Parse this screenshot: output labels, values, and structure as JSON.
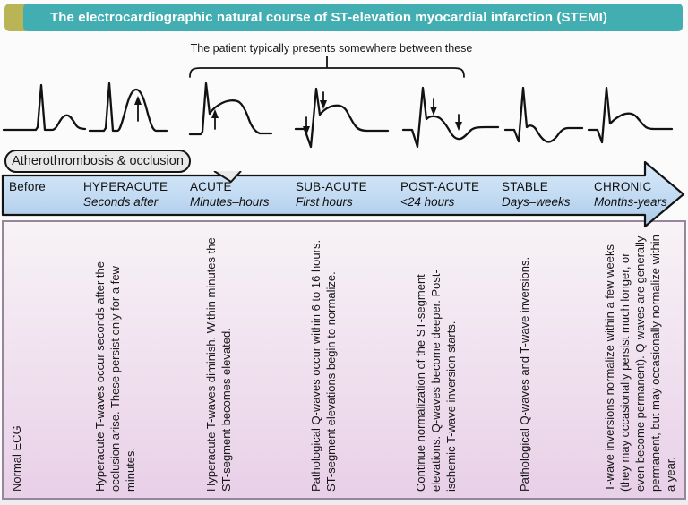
{
  "colors": {
    "header_teal": "#43aeb2",
    "header_accent_olive": "#b9b455",
    "timeline_blue_top": "#d9eafa",
    "timeline_blue_bottom": "#a8c8ea",
    "panel_pink_top": "#f7f3f6",
    "panel_pink_bottom": "#e8d0e8",
    "panel_border": "#97869b",
    "ink": "#1a1a1a"
  },
  "header": {
    "title": "The electrocardiographic natural course of ST-elevation myocardial infarction (STEMI)"
  },
  "annotation": "The patient typically presents somewhere between these",
  "occlusion_label": "Atherothrombosis & occlusion",
  "timeline_stages": [
    {
      "name": "Before",
      "sub": ""
    },
    {
      "name": "HYPERACUTE",
      "sub": "Seconds after"
    },
    {
      "name": "ACUTE",
      "sub": "Minutes–hours"
    },
    {
      "name": "SUB-ACUTE",
      "sub": "First hours"
    },
    {
      "name": "POST-ACUTE",
      "sub": "<24 hours"
    },
    {
      "name": "STABLE",
      "sub": "Days–weeks"
    },
    {
      "name": "CHRONIC",
      "sub": "Months-years"
    }
  ],
  "ecg_waveforms": [
    "normal-ecg",
    "hyperacute-tall-t-wave-up-arrow",
    "acute-st-elevation-up-arrow",
    "subacute-q-wave-st-declining-down-arrows",
    "postacute-st-normalizing-t-inverting-down-arrows",
    "stable-q-wave-t-inversion",
    "chronic-q-wave-normal-t"
  ],
  "descriptions": [
    "Normal ECG",
    "Hyperacute T-waves occur seconds after the occlusion arise. These persist only for a few minutes.",
    "Hyperacute T-waves diminish. Within minutes the ST-segment becomes elevated.",
    "Pathological Q-waves occur within 6 to 16 hours. ST-segment elevations begin to normalize.",
    "Continue normalization of the ST-segment elevations. Q-waves become deeper. Post-ischemic T-wave inversion starts.",
    "Pathological Q-waves and T-wave inversions.",
    "T-wave inversions normalize within a few weeks (they may occasionally persist much longer, or even become permanent). Q-waves are generally permanent, but may occasionally normalize within a year."
  ]
}
